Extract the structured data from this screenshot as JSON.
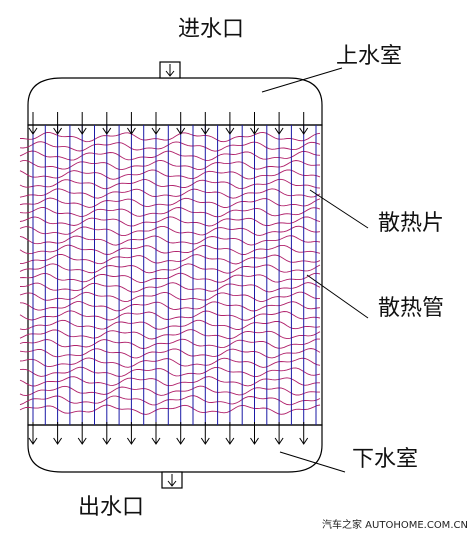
{
  "labels": {
    "inlet": "进水口",
    "upper_tank": "上水室",
    "fins": "散热片",
    "tubes": "散热管",
    "lower_tank": "下水室",
    "outlet": "出水口"
  },
  "watermark": "汽车之家  AUTOHOME.COM.CN",
  "colors": {
    "outline": "#000000",
    "tube": "#1a1aa6",
    "fin": "#b0206a"
  }
}
